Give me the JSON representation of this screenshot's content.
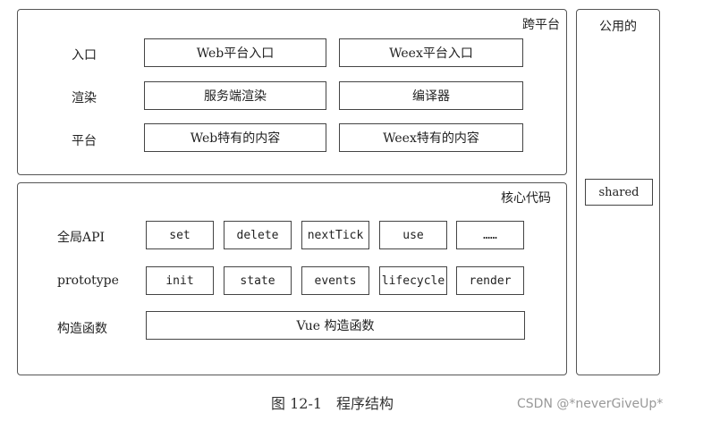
{
  "platform": {
    "title": "跨平台",
    "rows": [
      {
        "label": "入口",
        "cells": [
          "Web平台入口",
          "Weex平台入口"
        ]
      },
      {
        "label": "渲染",
        "cells": [
          "服务端渲染",
          "编译器"
        ]
      },
      {
        "label": "平台",
        "cells": [
          "Web特有的内容",
          "Weex特有的内容"
        ]
      }
    ]
  },
  "shared": {
    "title": "公用的",
    "box": "shared"
  },
  "core": {
    "title": "核心代码",
    "global_api": {
      "label": "全局API",
      "cells": [
        "set",
        "delete",
        "nextTick",
        "use",
        "……"
      ]
    },
    "prototype": {
      "label": "prototype",
      "cells": [
        "init",
        "state",
        "events",
        "lifecycle",
        "render"
      ]
    },
    "constructor": {
      "label": "构造函数",
      "cell": "Vue 构造函数"
    }
  },
  "caption": "图 12-1　程序结构",
  "watermark": "CSDN @*neverGiveUp*"
}
